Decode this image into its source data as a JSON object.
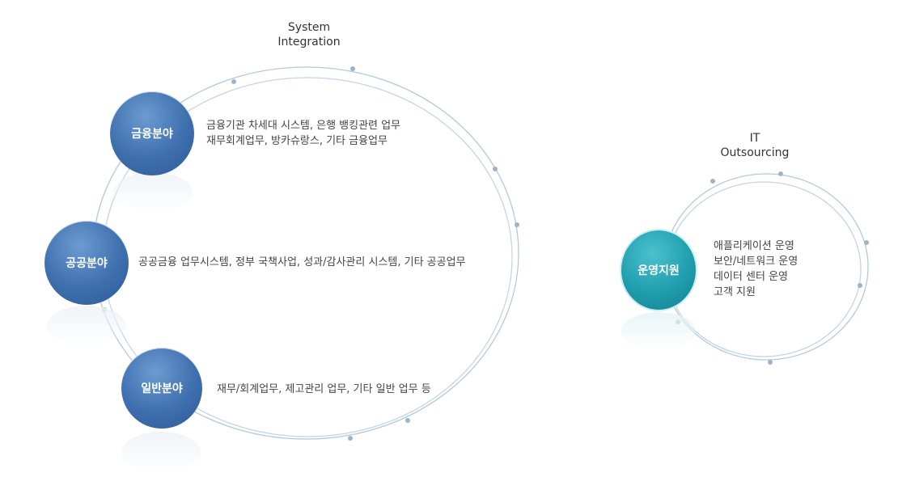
{
  "left_group": {
    "title_line1": "System",
    "title_line2": "Integration",
    "nodes": [
      {
        "label": "금융분야",
        "desc_line1": "금융기관 차세대 시스템, 은행 뱅킹관련 업무",
        "desc_line2": "재무회계업무, 방카슈랑스, 기타 금융업무"
      },
      {
        "label": "공공분야",
        "desc_line1": "공공금융 업무시스템, 정부 국책사업, 성과/감사관리 시스템, 기타 공공업무"
      },
      {
        "label": "일반분야",
        "desc_line1": "재무/회계업무, 제고관리 업무, 기타 일반 업무 등"
      }
    ]
  },
  "right_group": {
    "title_line1": "IT",
    "title_line2": "Outsourcing",
    "node": {
      "label": "운영지원",
      "desc_lines": [
        "애플리케이션 운영",
        "보안/네트워크 운영",
        "데이터 센터 운영",
        "고객 지원"
      ]
    }
  },
  "colors": {
    "node_blue": "#3e6fae",
    "node_teal": "#1f9eae",
    "ring": "#a9c0d6"
  }
}
